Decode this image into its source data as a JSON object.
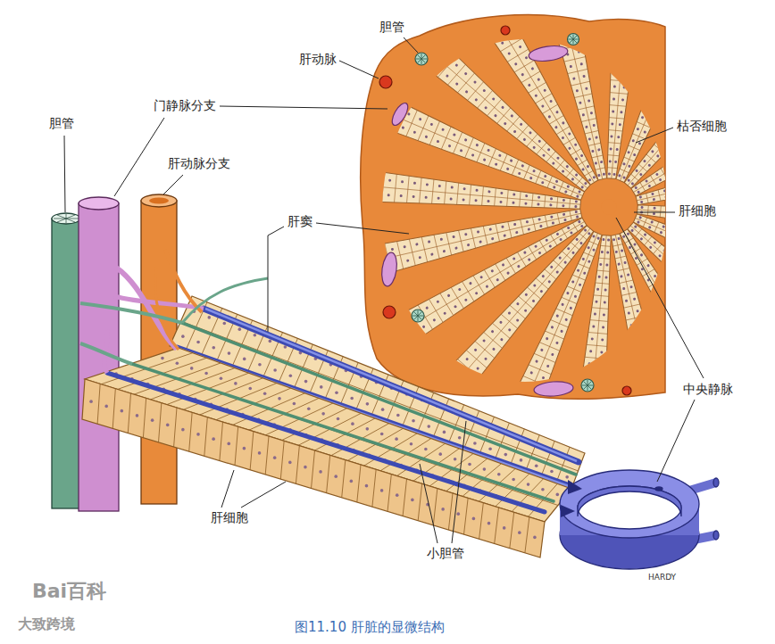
{
  "diagram": {
    "caption": "图11.10 肝脏的显微结构",
    "labels": [
      "胆管",
      "肝动脉",
      "门静脉分支",
      "胆管",
      "枯否细胞",
      "肝动脉分支",
      "肝细胞",
      "肝窦",
      "中央静脉",
      "肝细胞",
      "小胆管",
      "HARDY",
      "Bai百科",
      "大致跨境"
    ]
  }
}
